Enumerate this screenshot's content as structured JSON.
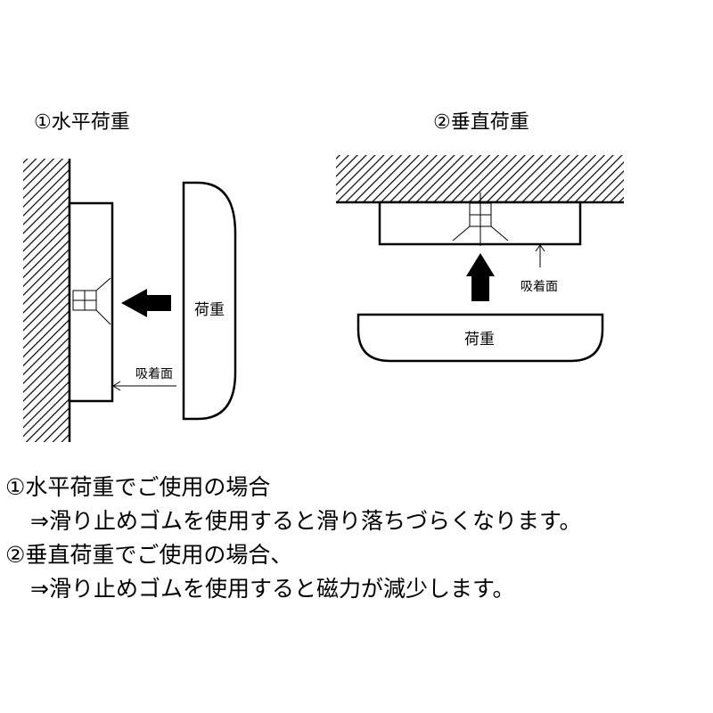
{
  "diagram": {
    "horizontal": {
      "title": "①水平荷重",
      "load_label": "荷重",
      "surface_label": "吸着面"
    },
    "vertical": {
      "title": "②垂直荷重",
      "load_label": "荷重",
      "surface_label": "吸着面"
    }
  },
  "notes": [
    {
      "heading": "①水平荷重でご使用の場合",
      "detail": "⇒滑り止めゴムを使用すると滑り落ちづらくなります。"
    },
    {
      "heading": "②垂直荷重でご使用の場合、",
      "detail": "⇒滑り止めゴムを使用すると磁力が減少します。"
    }
  ]
}
